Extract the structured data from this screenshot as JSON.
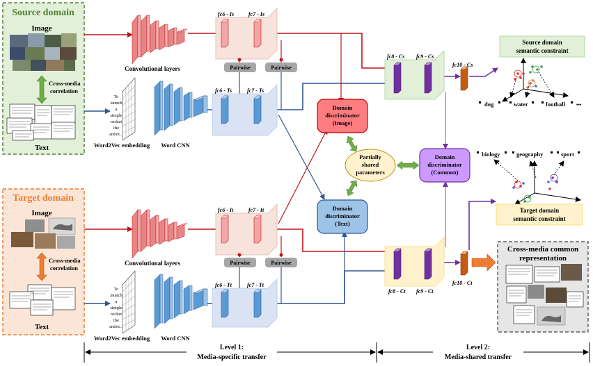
{
  "source_panel": {
    "title": "Source domain",
    "image_label": "Image",
    "text_label": "Text",
    "correlation_label_1": "Cross-media",
    "correlation_label_2": "correlation"
  },
  "target_panel": {
    "title": "Target domain",
    "image_label": "Image",
    "text_label": "Text",
    "correlation_label_1": "Cross-media",
    "correlation_label_2": "correlation"
  },
  "encoders": {
    "conv_layers": "Convolutional layers",
    "word2vec": "Word2Vec embedding",
    "word_cnn": "Word CNN",
    "word_stack": [
      "To",
      "launch",
      "a",
      "simple",
      "rocket",
      "the",
      "antiot..."
    ]
  },
  "layers": {
    "fc6_is": "fc6 - Is",
    "fc7_is": "fc7 - Is",
    "fc6_ts": "fc6 - Ts",
    "fc7_ts": "fc7 - Ts",
    "fc6_it": "fc6 - It",
    "fc7_it": "fc7 - It",
    "fc6_tt": "fc6 - Tt",
    "fc7_tt": "fc7 - Tt",
    "fc8_cs": "fc8 - Cs",
    "fc9_cs": "fc9 - Cs",
    "fc10_cs": "fc10 - Cs",
    "fc8_ct": "fc8 - Ct",
    "fc9_ct": "fc9 - Ct",
    "fc10_ct": "fc10 - Ct",
    "pairwise": "Pairwise"
  },
  "discriminators": {
    "image": [
      "Domain",
      "discriminator",
      "(Image)"
    ],
    "text": [
      "Domain",
      "discriminator",
      "(Text)"
    ],
    "common": [
      "Domain",
      "discriminator",
      "(Common)"
    ],
    "shared": [
      "Partially",
      "shared",
      "parameters"
    ]
  },
  "semantic": {
    "source_title": [
      "Source domain",
      "semantic constraint"
    ],
    "target_title": [
      "Target domain",
      "semantic constraint"
    ],
    "source_labels": [
      "dog",
      "water",
      "football"
    ],
    "target_labels": [
      "biology",
      "geography",
      "sport"
    ],
    "ellipsis": "•••"
  },
  "common_rep": {
    "title": [
      "Cross-media common",
      "representation"
    ]
  },
  "levels": {
    "level1": [
      "Level 1:",
      "Media-specific transfer"
    ],
    "level2": [
      "Level 2:",
      "Media-shared transfer"
    ]
  },
  "colors": {
    "image_path": "#c0141b",
    "text_path": "#2f5597",
    "shared_path": "#7030a0",
    "green_arrow": "#548235",
    "orange_arrow": "#ed7d31"
  }
}
